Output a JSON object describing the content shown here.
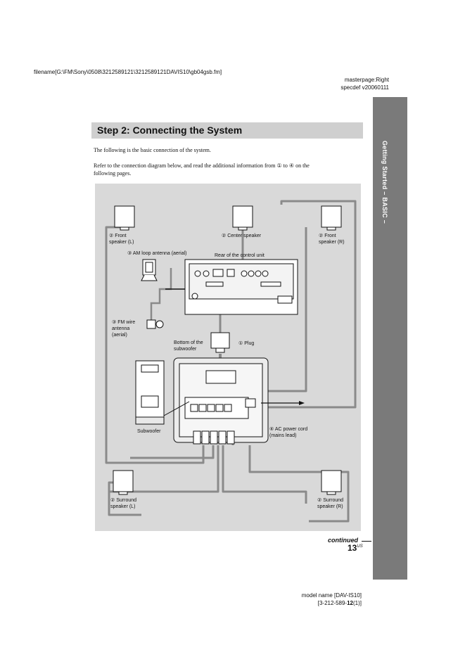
{
  "header": {
    "filename": "filename[G:\\FM\\Sony\\0508\\3212589121\\3212589121DAVIS10\\gb04gsb.fm]",
    "masterpage": "masterpage:Right",
    "specdef": "specdef v20060111"
  },
  "side_tab": {
    "label": "Getting Started – BASIC –"
  },
  "section": {
    "title": "Step 2: Connecting the System",
    "intro": "The following is the basic connection of the system.",
    "refer_line1": "Refer to the connection diagram below, and read the additional information from ① to ④ on the",
    "refer_line2": "following pages."
  },
  "diagram": {
    "front_left": [
      "② Front",
      "speaker (L)"
    ],
    "center": "② Center speaker",
    "front_right": [
      "② Front",
      "speaker (R)"
    ],
    "am_antenna": "③ AM loop antenna (aerial)",
    "rear_control": "Rear of the control unit",
    "fm_antenna": [
      "③ FM wire",
      "antenna",
      "(aerial)"
    ],
    "bottom_sub": [
      "Bottom of the",
      "subwoofer"
    ],
    "plug": "① Plug",
    "subwoofer": "Subwoofer",
    "ac_cord": [
      "④ AC power cord",
      "(mains lead)"
    ],
    "surround_left": [
      "② Surround",
      "speaker (L)"
    ],
    "surround_right": [
      "② Surround",
      "speaker (R)"
    ]
  },
  "footer": {
    "continued": "continued",
    "page_number": "13",
    "page_suffix": "US",
    "model_name": "model name [DAV-IS10]",
    "part_prefix": "[3-212-589-",
    "part_bold": "12",
    "part_suffix": "(1)]"
  }
}
